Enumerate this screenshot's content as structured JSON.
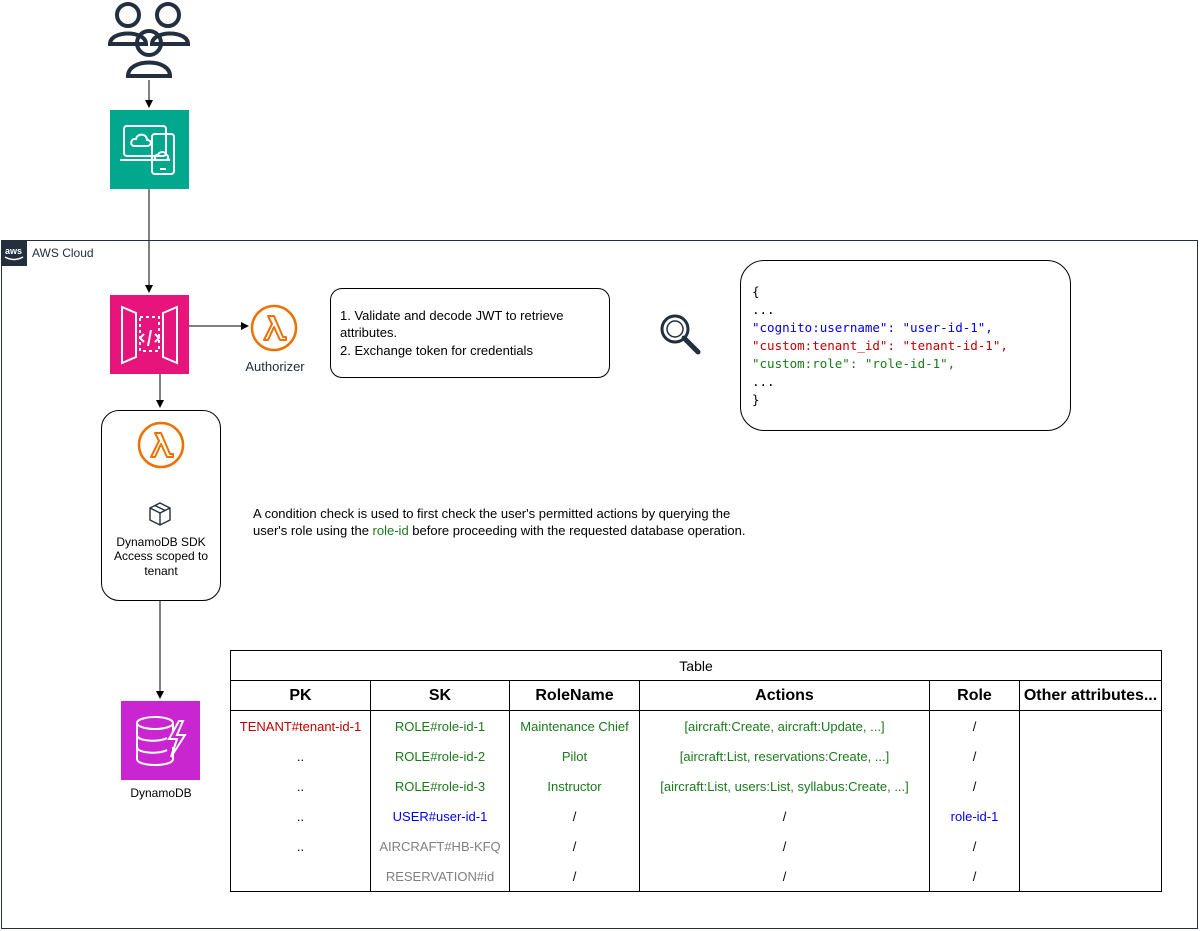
{
  "cloud_label": "AWS Cloud",
  "authorizer_label": "Authorizer",
  "authorizer_note": {
    "line1": "1. Validate and decode JWT to retrieve attributes.",
    "line2": "2. Exchange token for credentials"
  },
  "jwt_claims": {
    "open": "{",
    "ellipsis_top": "...",
    "username": "\"cognito:username\": \"user-id-1\",",
    "tenant": "\"custom:tenant_id\": \"tenant-id-1\",",
    "role": "\"custom:role\": \"role-id-1\",",
    "ellipsis_bottom": "...",
    "close": "}"
  },
  "lambda_fn": {
    "line1": "DynamoDB SDK",
    "line2": "Access scoped to",
    "line3": "tenant"
  },
  "condition_note": {
    "before": "A condition check is used to first check the user's permitted actions by querying the user's role using the ",
    "highlight": "role-id",
    "after": " before proceeding with the requested database operation."
  },
  "dynamodb_label": "DynamoDB",
  "table": {
    "caption": "Table",
    "headers": [
      "PK",
      "SK",
      "RoleName",
      "Actions",
      "Role",
      "Other attributes..."
    ],
    "rows": [
      [
        "TENANT#tenant-id-1",
        "ROLE#role-id-1",
        "Maintenance Chief",
        "[aircraft:Create, aircraft:Update, ...]",
        "/",
        ""
      ],
      [
        "..",
        "ROLE#role-id-2",
        "Pilot",
        "[aircraft:List, reservations:Create, ...]",
        "/",
        ""
      ],
      [
        "..",
        "ROLE#role-id-3",
        "Instructor",
        "[aircraft:List, users:List, syllabus:Create, ...]",
        "/",
        ""
      ],
      [
        "..",
        "USER#user-id-1",
        "/",
        "/",
        "role-id-1",
        ""
      ],
      [
        "..",
        "AIRCRAFT#HB-KFQ",
        "/",
        "/",
        "/",
        ""
      ],
      [
        "",
        "RESERVATION#id",
        "/",
        "/",
        "/",
        ""
      ]
    ]
  },
  "colors": {
    "tenant": "#c00000",
    "role": "#1a7a1a",
    "user": "#0000ee",
    "muted": "#808080",
    "default": "#000000",
    "gateway": "#e7157b",
    "amplify": "#01a88d",
    "dynamodb": "#c925d1",
    "lambda": "#ed7100",
    "aws_dark": "#232f3e"
  },
  "table_colors": [
    [
      "tenant",
      "role",
      "role",
      "role",
      "default",
      "default"
    ],
    [
      "default",
      "role",
      "role",
      "role",
      "default",
      "default"
    ],
    [
      "default",
      "role",
      "role",
      "role",
      "default",
      "default"
    ],
    [
      "default",
      "user",
      "default",
      "default",
      "user",
      "default"
    ],
    [
      "default",
      "muted",
      "default",
      "default",
      "default",
      "default"
    ],
    [
      "default",
      "muted",
      "default",
      "default",
      "default",
      "default"
    ]
  ]
}
